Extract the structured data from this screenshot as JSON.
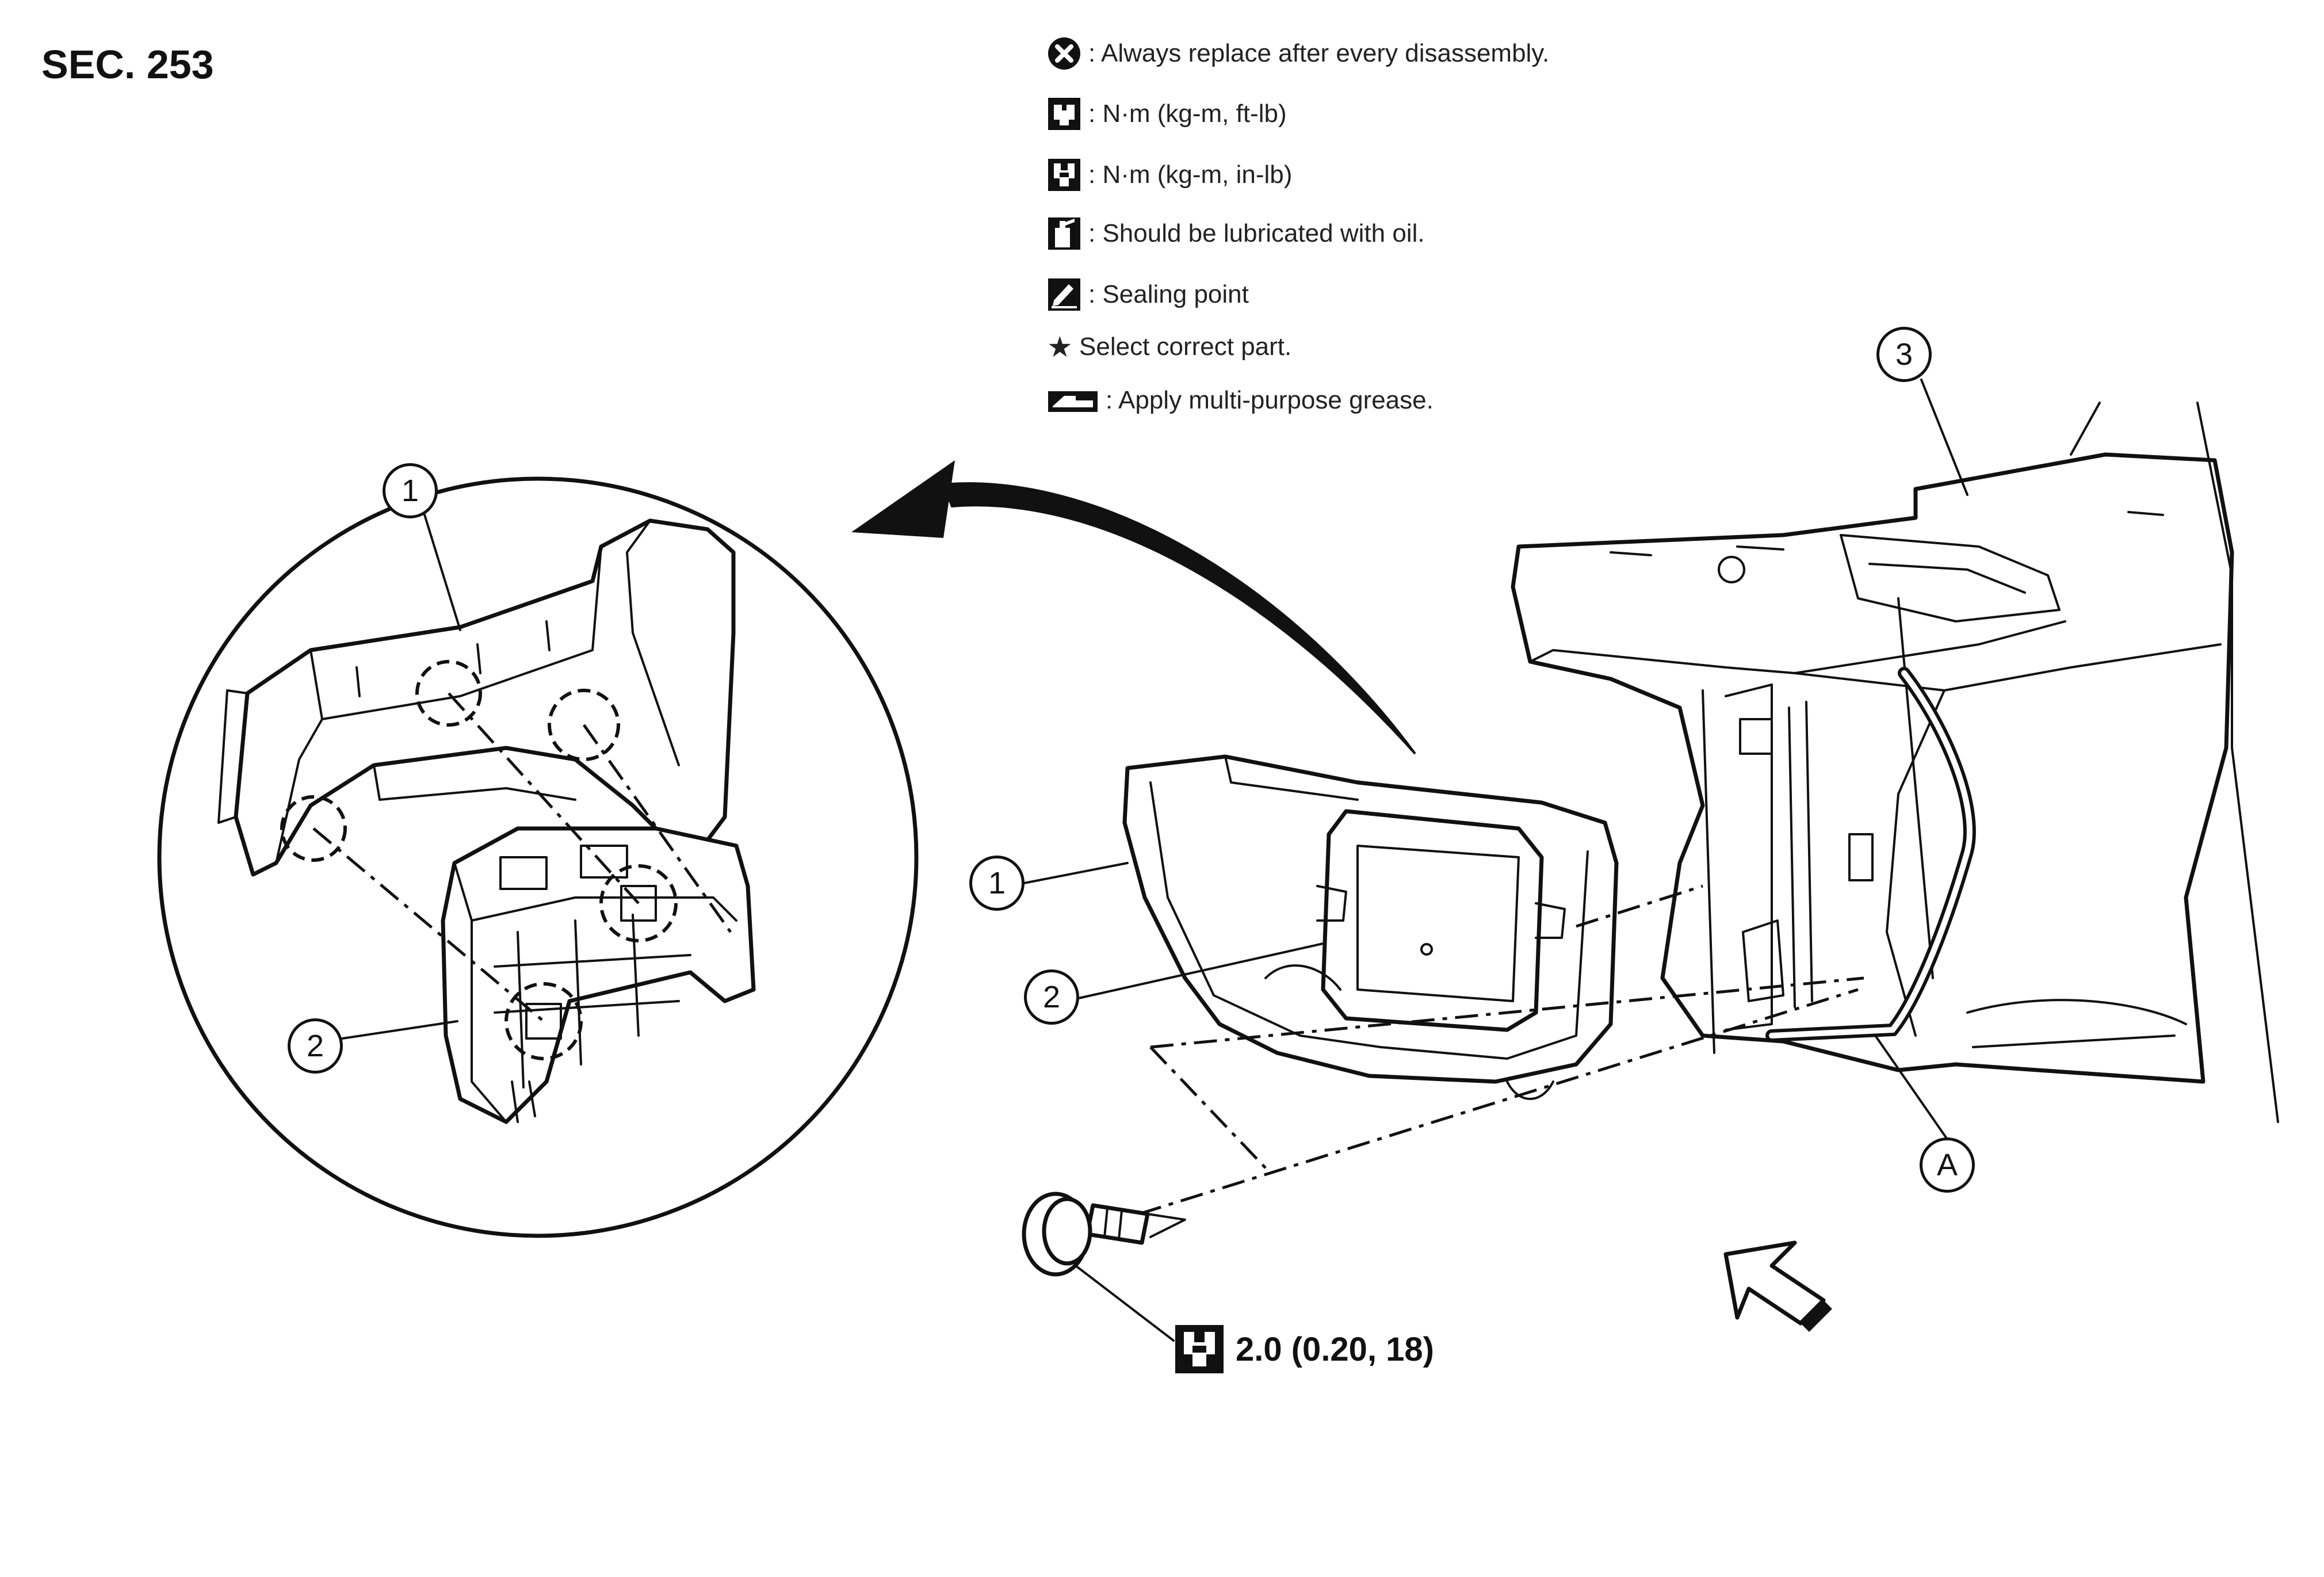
{
  "section_label": "SEC. 253",
  "legend": [
    {
      "icon": "replace-icon",
      "text": ": Always replace after every disassembly."
    },
    {
      "icon": "torque-ftlb-icon",
      "text": ": N·m (kg-m, ft-lb)"
    },
    {
      "icon": "torque-inlb-icon",
      "text": ": N·m (kg-m, in-lb)"
    },
    {
      "icon": "oil-can-icon",
      "text": ": Should be lubricated with oil."
    },
    {
      "icon": "sealing-point-icon",
      "text": ": Sealing point"
    },
    {
      "icon": "star-icon",
      "symbol": "★",
      "text": "Select correct part."
    },
    {
      "icon": "grease-icon",
      "text": ": Apply multi-purpose grease."
    }
  ],
  "callouts": {
    "detail_1": "1",
    "detail_2": "2",
    "main_1": "1",
    "main_2": "2",
    "main_3": "3",
    "main_A": "A"
  },
  "torque_spec": "2.0 (0.20, 18)"
}
